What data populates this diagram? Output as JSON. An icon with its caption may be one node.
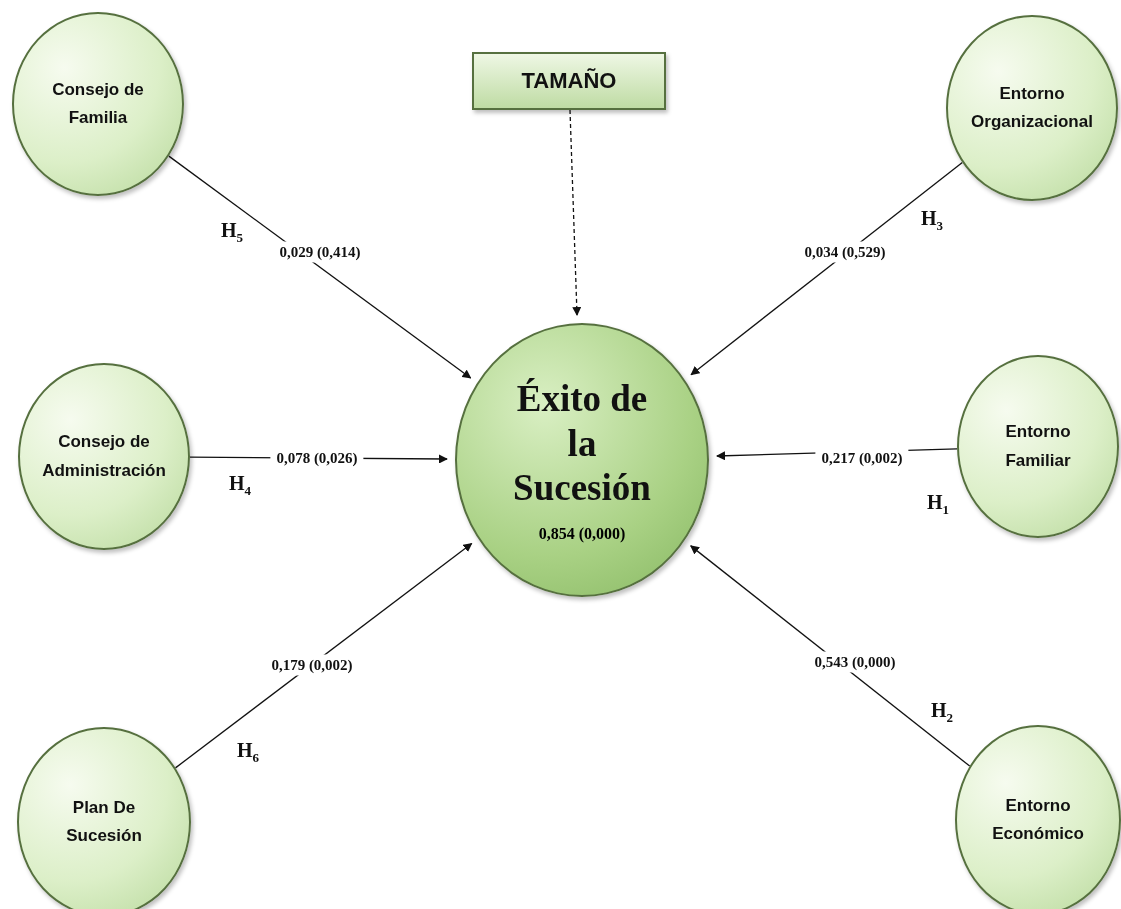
{
  "diagram": {
    "nodes": [
      {
        "text": [
          "Consejo de Familia"
        ]
      },
      {
        "text": [
          "TAMAÑO"
        ]
      },
      {
        "text": [
          "Entorno Organizacional"
        ]
      },
      {
        "text": [
          "Consejo de Administración"
        ]
      },
      {
        "text": [
          "Éxito de la Sucesión",
          "0,854 (0,000)"
        ]
      },
      {
        "text": [
          "Entorno Familiar"
        ]
      },
      {
        "text": [
          "Plan De Sucesión"
        ]
      },
      {
        "text": [
          "Entorno Económico"
        ]
      }
    ],
    "edges": [
      {
        "from": 0,
        "to": 4,
        "arrow": "to",
        "label": "0,029 (0,414)"
      },
      {
        "from": 1,
        "to": 4,
        "arrow": "to",
        "style": "dashed"
      },
      {
        "from": 2,
        "to": 4,
        "arrow": "to",
        "label": "0,034 (0,529)"
      },
      {
        "from": 3,
        "to": 4,
        "arrow": "to",
        "label": "0,078 (0,026)"
      },
      {
        "from": 5,
        "to": 4,
        "arrow": "to",
        "label": "0,217 (0,002)"
      },
      {
        "from": 6,
        "to": 4,
        "arrow": "to",
        "label": "0,179 (0,002)"
      },
      {
        "from": 7,
        "to": 4,
        "arrow": "to",
        "label": "0,543 (0,000)"
      }
    ],
    "labels": [
      "H$_{5}$",
      "H$_{3}$",
      "H$_{4}$",
      "H$_{1}$",
      "H$_{6}$",
      "H$_{2}$"
    ]
  }
}
